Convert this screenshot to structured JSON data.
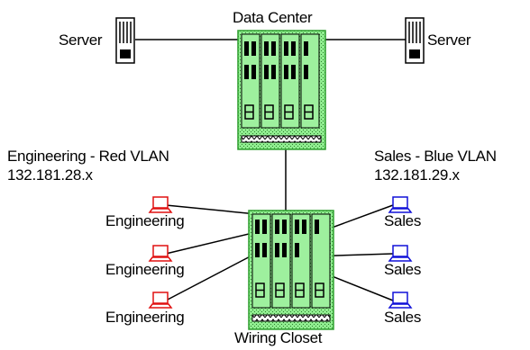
{
  "diagram": {
    "data_center": {
      "label": "Data Center"
    },
    "wiring_closet": {
      "label": "Wiring Closet"
    },
    "servers": [
      {
        "label": "Server"
      },
      {
        "label": "Server"
      }
    ],
    "vlans": {
      "red": {
        "name": "Engineering - Red VLAN",
        "subnet": "132.181.28.x",
        "color": "#e01010"
      },
      "blue": {
        "name": "Sales - Blue VLAN",
        "subnet": "132.181.29.x",
        "color": "#1010d8"
      }
    },
    "engineering_hosts": [
      {
        "label": "Engineering"
      },
      {
        "label": "Engineering"
      },
      {
        "label": "Engineering"
      }
    ],
    "sales_hosts": [
      {
        "label": "Sales"
      },
      {
        "label": "Sales"
      },
      {
        "label": "Sales"
      }
    ],
    "switch_color": "#90ee90",
    "switch_border": "#2e9e2e"
  }
}
